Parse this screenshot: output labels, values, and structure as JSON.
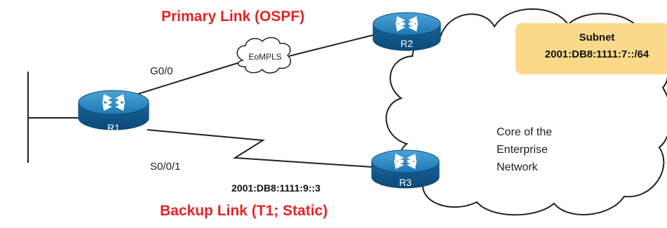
{
  "titles": {
    "primary": "Primary Link (OSPF)",
    "backup": "Backup Link (T1; Static)"
  },
  "routers": {
    "r1": "R1",
    "r2": "R2",
    "r3": "R3"
  },
  "interfaces": {
    "g0": "G0/0",
    "s0": "S0/0/1"
  },
  "eompls": "EoMPLS",
  "address": "2001:DB8:1111:9::3",
  "subnet": {
    "title": "Subnet",
    "prefix": "2001:DB8:1111:7::/64"
  },
  "core": {
    "line1": "Core of the",
    "line2": "Enterprise",
    "line3": "Network"
  },
  "colors": {
    "title_red": "#e32526",
    "router_blue": "#1b6fa3",
    "subnet_fill": "#fbd98a"
  }
}
